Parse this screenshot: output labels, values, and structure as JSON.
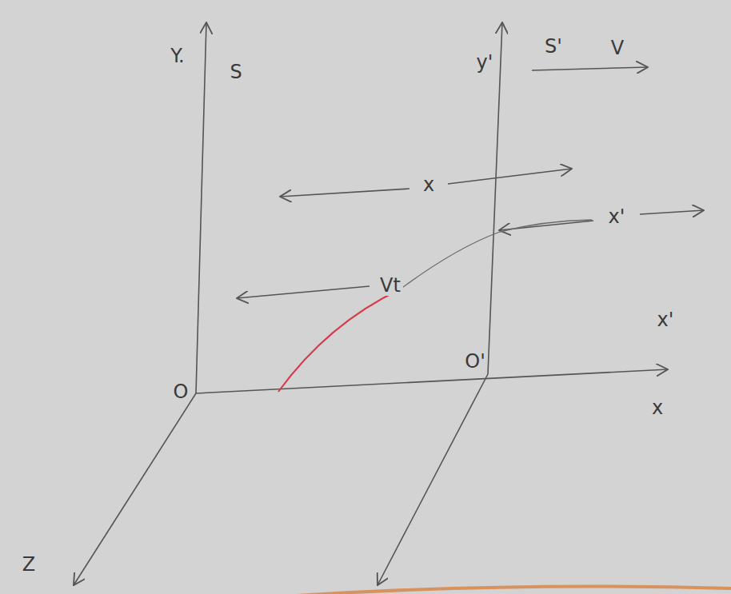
{
  "diagram": {
    "labels": [
      "Y.",
      "S",
      "y'",
      "S'",
      "V",
      "x",
      "x'",
      "Vt",
      "x'",
      "O",
      "O'",
      "x",
      "Z"
    ]
  }
}
